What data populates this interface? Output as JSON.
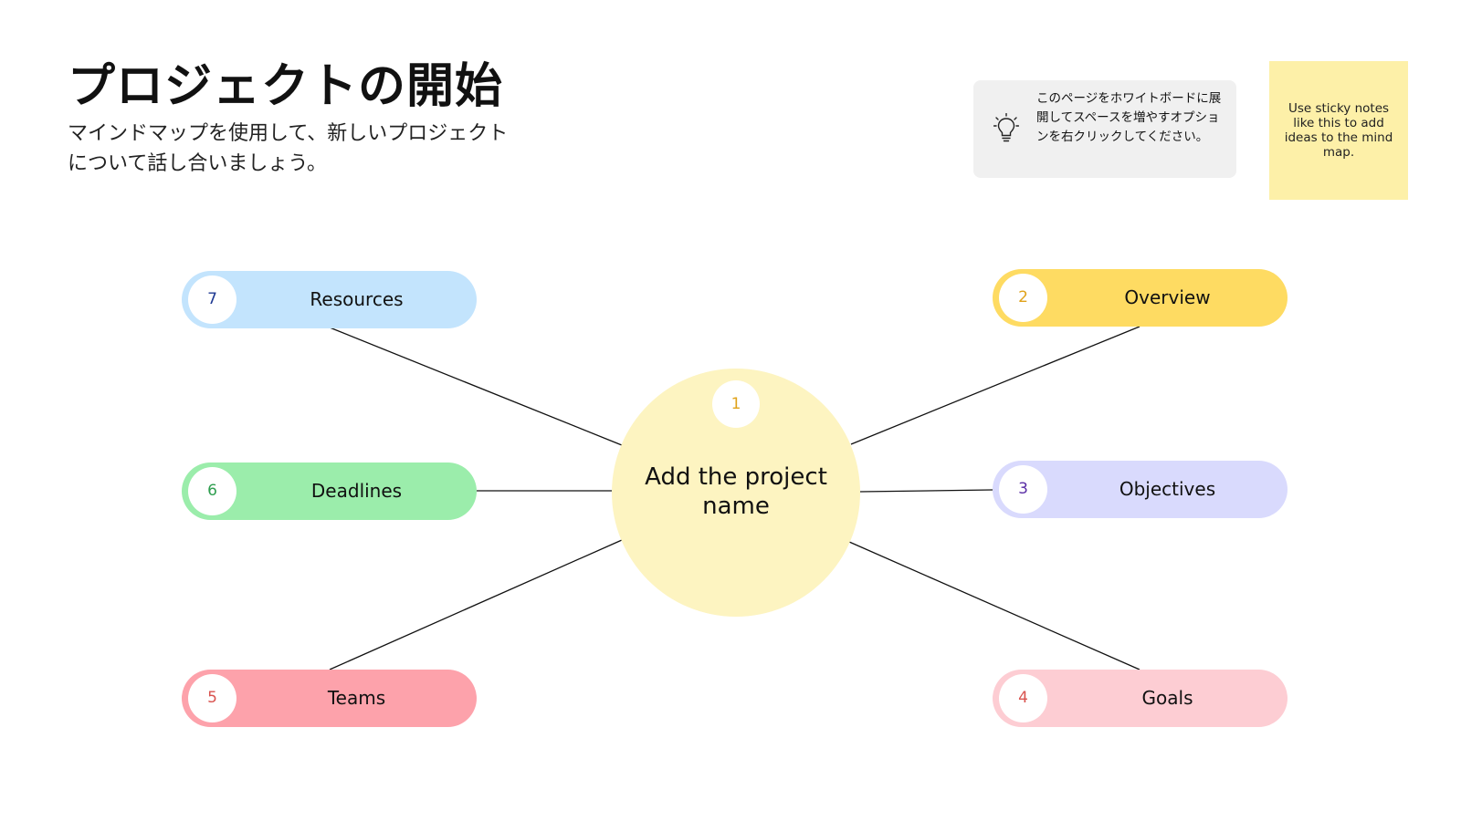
{
  "header": {
    "title": "プロジェクトの開始",
    "subtitle": "マインドマップを使用して、新しいプロジェクトについて話し合いましょう。"
  },
  "tip": {
    "icon": "lightbulb-icon",
    "text": "このページをホワイトボードに展開してスペースを増やすオプションを右クリックしてください。"
  },
  "sticky_note": {
    "text": "Use sticky notes like this to add ideas to the mind map.",
    "color": "#fdf0a8"
  },
  "mind_map": {
    "center": {
      "number": "1",
      "label": "Add the project name",
      "color": "#fdf4c1",
      "number_color": "#e0a21a"
    },
    "nodes": [
      {
        "number": "2",
        "label": "Overview",
        "color": "#fedb62",
        "number_color": "#e0a21a"
      },
      {
        "number": "3",
        "label": "Objectives",
        "color": "#d9dafd",
        "number_color": "#5a2ea6"
      },
      {
        "number": "4",
        "label": "Goals",
        "color": "#fdcdd3",
        "number_color": "#d9534f"
      },
      {
        "number": "5",
        "label": "Teams",
        "color": "#fda2ab",
        "number_color": "#d9534f"
      },
      {
        "number": "6",
        "label": "Deadlines",
        "color": "#9bedab",
        "number_color": "#2e9e4f"
      },
      {
        "number": "7",
        "label": "Resources",
        "color": "#c3e4fd",
        "number_color": "#1f3a93"
      }
    ]
  }
}
